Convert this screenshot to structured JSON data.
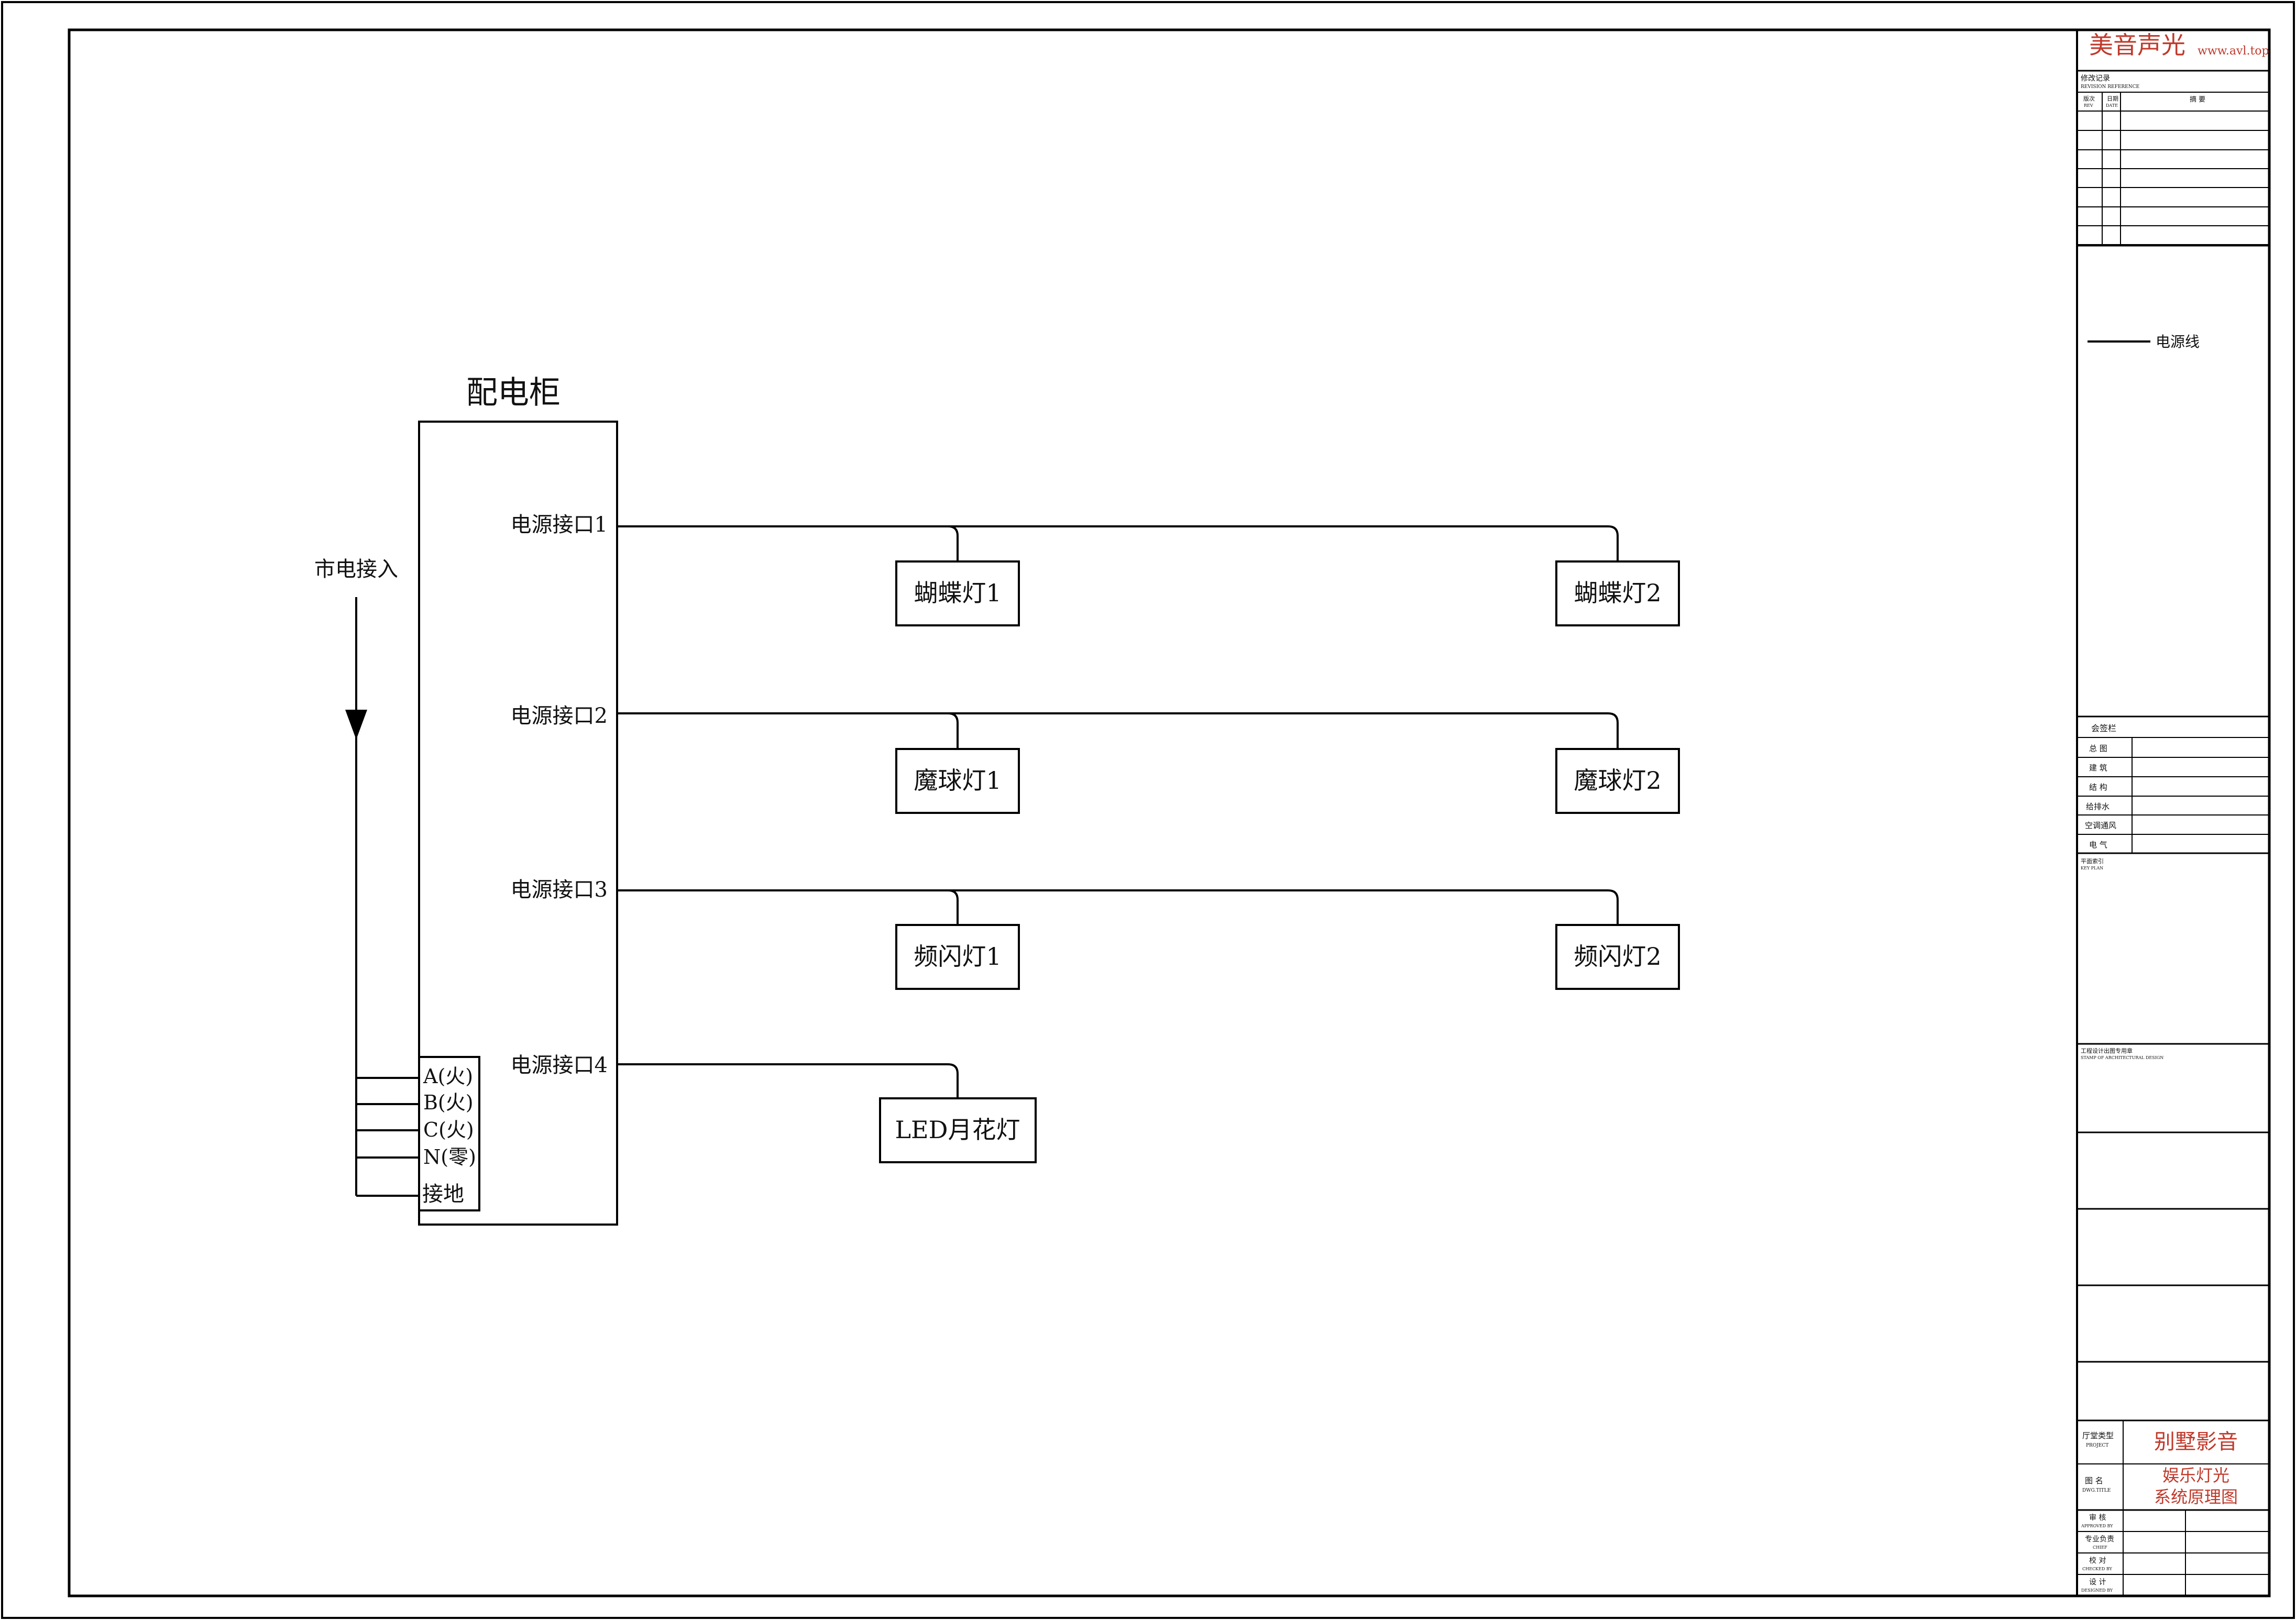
{
  "diagram": {
    "cabinet_title": "配电柜",
    "mains_label": "市电接入",
    "terminals": [
      "A(火)",
      "B(火)",
      "C(火)",
      "N(零)",
      "接地"
    ],
    "ports": [
      "电源接口1",
      "电源接口2",
      "电源接口3",
      "电源接口4"
    ],
    "lights": {
      "p1": [
        "蝴蝶灯1",
        "蝴蝶灯2"
      ],
      "p2": [
        "魔球灯1",
        "魔球灯2"
      ],
      "p3": [
        "频闪灯1",
        "频闪灯2"
      ],
      "p4": [
        "LED月花灯"
      ]
    }
  },
  "title_block": {
    "company": "美音声光",
    "website": "www.avl.top",
    "revision_title": "修改记录",
    "revision_title_en": "REVISION REFERENCE",
    "rev_col1": "版次",
    "rev_col1_en": "REV",
    "rev_col2": "日期",
    "rev_col2_en": "DATE",
    "rev_col3": "摘  要",
    "legend_line": "电源线",
    "countersign_title": "会签栏",
    "countersign_rows": [
      "总  图",
      "建  筑",
      "结  构",
      "给排水",
      "空调通风",
      "电  气"
    ],
    "key_plan": "平面索引",
    "key_plan_en": "KEY PLAN",
    "stamp": "工程设计出图专用章",
    "stamp_en": "STAMP OF ARCHITECTURAL DESIGN",
    "project_label": "厅堂类型",
    "project_label_en": "PROJECT",
    "project_value": "别墅影音",
    "drawing_label": "图  名",
    "drawing_label_en": "DWG.TITLE",
    "drawing_value_1": "娱乐灯光",
    "drawing_value_2": "系统原理图",
    "sign_rows": [
      {
        "cn": "审  核",
        "en": "APPROVED BY"
      },
      {
        "cn": "专业负责",
        "en": "CHIEF"
      },
      {
        "cn": "校  对",
        "en": "CHECKED BY"
      },
      {
        "cn": "设  计",
        "en": "DESIGNED BY"
      }
    ]
  },
  "colors": {
    "line": "#000000",
    "accent": "#c0392b"
  }
}
